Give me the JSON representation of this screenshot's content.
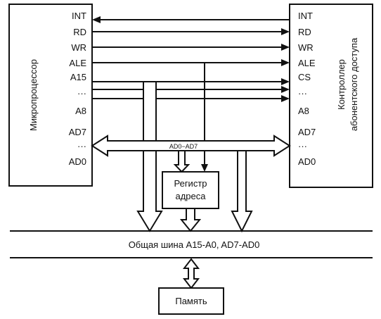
{
  "cpu": {
    "label": "Микропроцессор",
    "pins": [
      "INT",
      "RD",
      "WR",
      "ALE",
      "A15",
      "A8",
      "AD7",
      "AD0"
    ],
    "dots": "···"
  },
  "controller": {
    "label_line1": "Контроллер",
    "label_line2": "абонентского доступа",
    "pins": [
      "INT",
      "RD",
      "WR",
      "ALE",
      "CS",
      "A8",
      "AD7",
      "AD0"
    ],
    "dots": "···"
  },
  "internal_bus_label": "AD0−AD7",
  "register": {
    "line1": "Регистр",
    "line2": "адреса"
  },
  "system_bus": {
    "label": "Общая шина A15-A0, AD7-AD0"
  },
  "memory": {
    "label": "Память"
  }
}
